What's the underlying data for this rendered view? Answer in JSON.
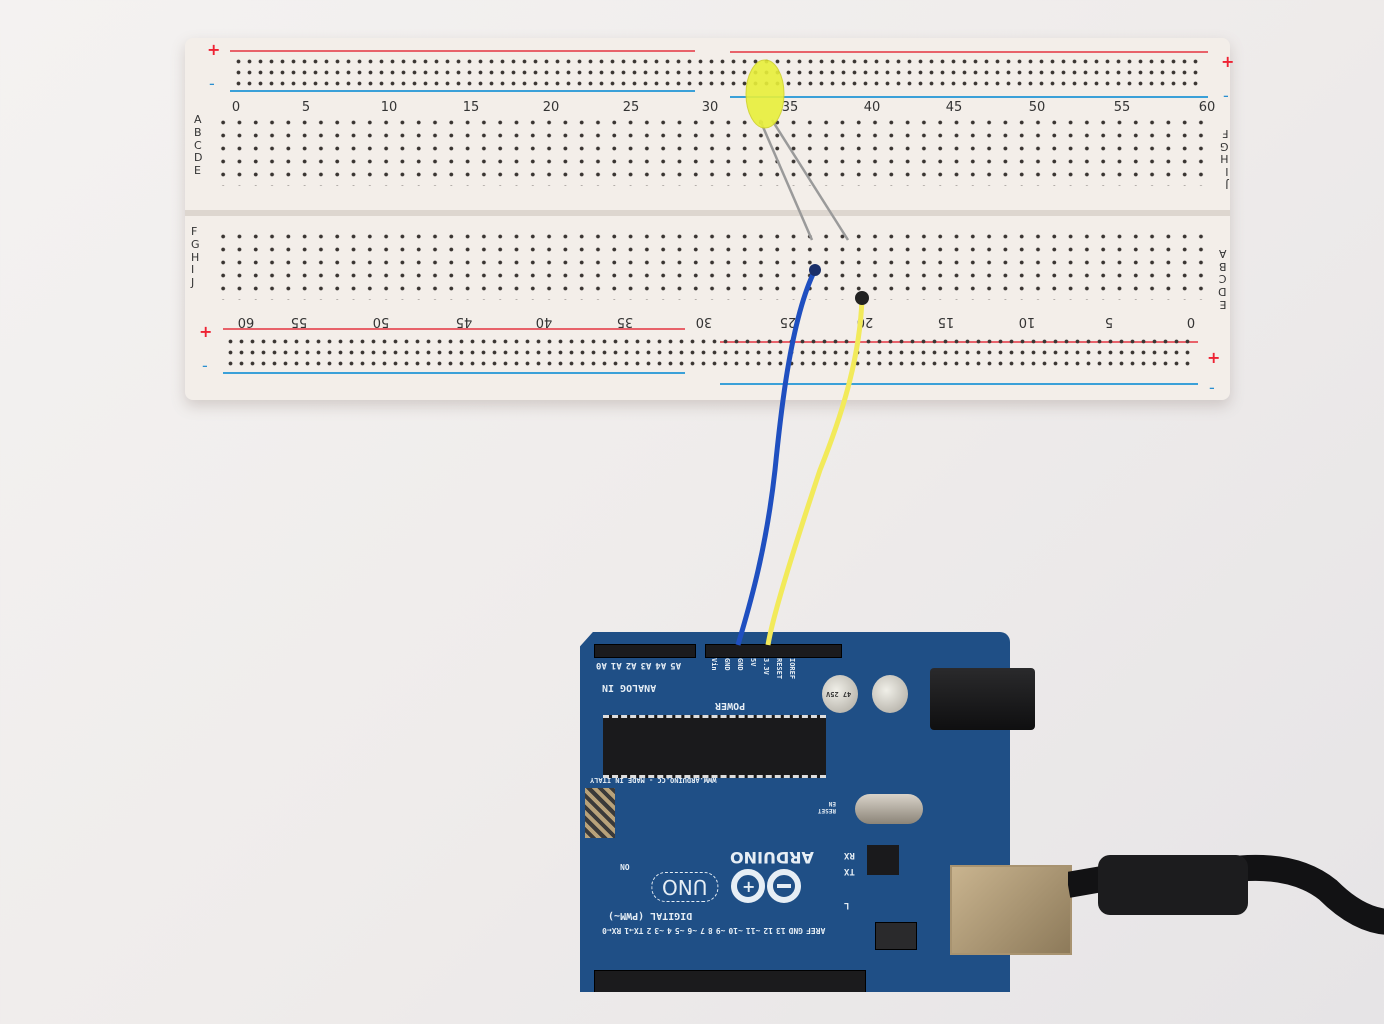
{
  "breadboard": {
    "top_numbers": [
      "0",
      "5",
      "10",
      "15",
      "20",
      "25",
      "30",
      "35",
      "40",
      "45",
      "50",
      "55",
      "60"
    ],
    "bottom_numbers": [
      "60",
      "55",
      "50",
      "45",
      "40",
      "35",
      "30",
      "25",
      "20",
      "15",
      "10",
      "5",
      "0"
    ],
    "rows_upper_left": [
      "A",
      "B",
      "C",
      "D",
      "E"
    ],
    "rows_lower_left": [
      "F",
      "G",
      "H",
      "I",
      "J"
    ],
    "rows_upper_right": [
      "J",
      "I",
      "H",
      "G",
      "F"
    ],
    "rows_lower_right": [
      "E",
      "D",
      "C",
      "B",
      "A"
    ],
    "plus": "+",
    "minus": "-"
  },
  "arduino": {
    "brand": "ARDUINO",
    "model": "UNO",
    "analog_label": "ANALOG IN",
    "analog_pins": [
      "A0",
      "A1",
      "A2",
      "A3",
      "A4",
      "A5"
    ],
    "power_label": "POWER",
    "power_pins": [
      "Vin",
      "GND",
      "GND",
      "5V",
      "3.3V",
      "RESET",
      "IOREF"
    ],
    "digital_label": "DIGITAL (PWM~)",
    "digital_pins": [
      "RX←0",
      "TX→1",
      "2",
      "~3",
      "4",
      "~5",
      "~6",
      "7",
      "8",
      "~9",
      "~10",
      "~11",
      "12",
      "13",
      "GND",
      "AREF"
    ],
    "website": "WWW.ARDUINO.CC - MADE IN ITALY",
    "led_labels": [
      "ON",
      "RX",
      "TX",
      "L"
    ],
    "capacitor_text": "47 25V",
    "reset_label": "RESET EN"
  },
  "colors": {
    "wire_blue": "#1f4fc0",
    "wire_yellow": "#f2ea5a",
    "led": "#e8f03a",
    "pcb": "#1f4f86"
  }
}
